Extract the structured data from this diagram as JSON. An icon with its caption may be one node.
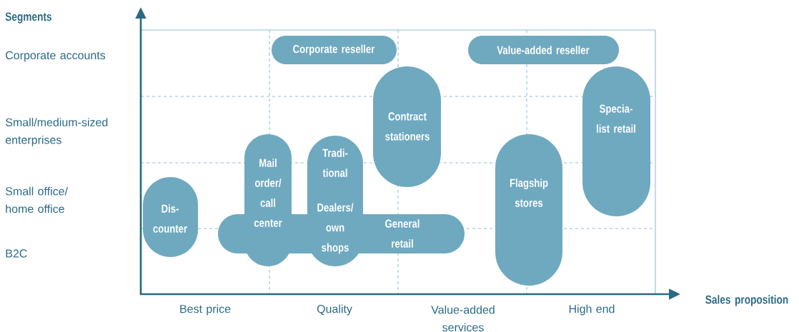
{
  "diagram": {
    "nodes": [
      {
        "text": [
          "Corporate reseller"
        ]
      },
      {
        "text": [
          "Value-added reseller"
        ]
      },
      {
        "text": [
          "Contract stationers"
        ]
      },
      {
        "text": [
          "Specia- list retail"
        ]
      },
      {
        "text": [
          "Mail order/ call center"
        ]
      },
      {
        "text": [
          "Tradi- tional",
          "Dealers/ own shops"
        ]
      },
      {
        "text": [
          "Flagship stores"
        ]
      },
      {
        "text": [
          "Dis- counter"
        ]
      },
      {
        "text": [
          "General retail"
        ]
      }
    ],
    "labels": [
      "Segments",
      "Corporate accounts",
      "Small/medium-sized enterprises",
      "Small office/ home office",
      "B2C",
      "Best price",
      "Quality",
      "Value-added services",
      "High end",
      "Sales proposition"
    ]
  }
}
